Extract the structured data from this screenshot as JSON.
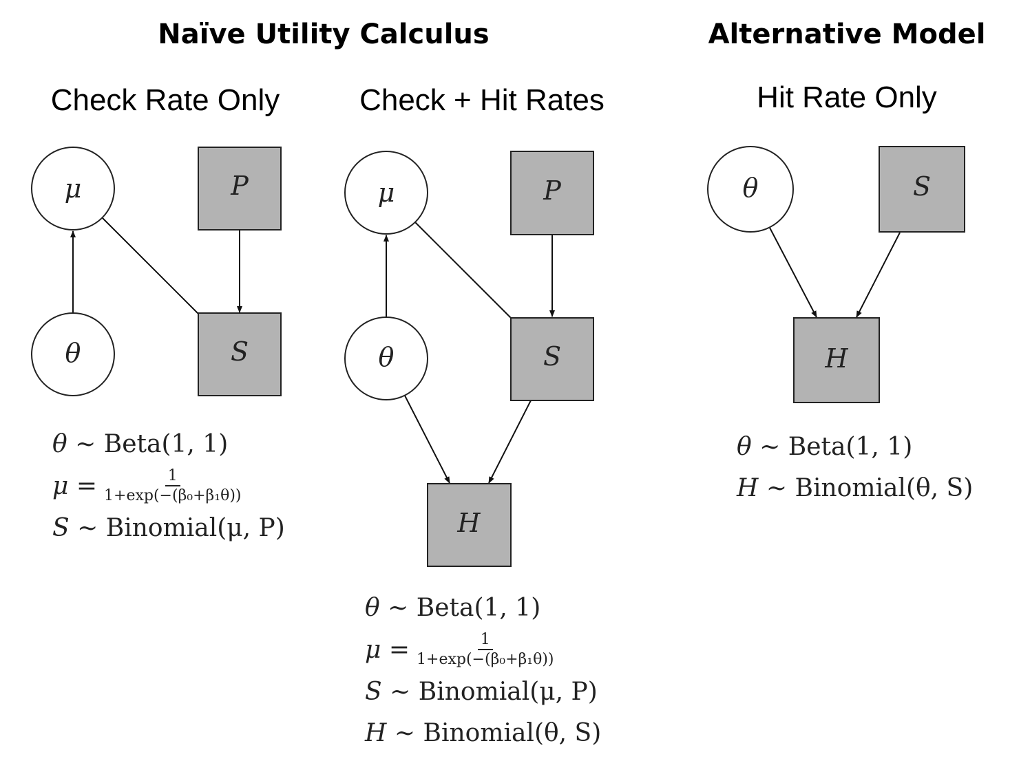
{
  "headings": {
    "left": "Naïve Utility Calculus",
    "right": "Alternative Model"
  },
  "models": [
    {
      "title": "Check Rate Only",
      "nodes": {
        "mu": "μ",
        "theta": "θ",
        "P": "P",
        "S": "S"
      },
      "equations": {
        "line1": {
          "lhs": "θ",
          "rel": "∼",
          "rhs": "Beta(1, 1)"
        },
        "line2": {
          "lhs": "μ",
          "rel": "=",
          "num": "1",
          "den": "1+exp(−(β₀+β₁θ))"
        },
        "line3": {
          "lhs": "S",
          "rel": "∼",
          "rhs": "Binomial(μ, P)"
        }
      }
    },
    {
      "title": "Check + Hit Rates",
      "nodes": {
        "mu": "μ",
        "theta": "θ",
        "P": "P",
        "S": "S",
        "H": "H"
      },
      "equations": {
        "line1": {
          "lhs": "θ",
          "rel": "∼",
          "rhs": "Beta(1, 1)"
        },
        "line2": {
          "lhs": "μ",
          "rel": "=",
          "num": "1",
          "den": "1+exp(−(β₀+β₁θ))"
        },
        "line3": {
          "lhs": "S",
          "rel": "∼",
          "rhs": "Binomial(μ, P)"
        },
        "line4": {
          "lhs": "H",
          "rel": "∼",
          "rhs": "Binomial(θ, S)"
        }
      }
    },
    {
      "title": "Hit Rate Only",
      "nodes": {
        "theta": "θ",
        "S": "S",
        "H": "H"
      },
      "equations": {
        "line1": {
          "lhs": "θ",
          "rel": "∼",
          "rhs": "Beta(1, 1)"
        },
        "line2": {
          "lhs": "H",
          "rel": "∼",
          "rhs": "Binomial(θ, S)"
        }
      }
    }
  ],
  "colors": {
    "observed_node_fill": "#b3b3b3",
    "latent_node_fill": "#ffffff",
    "stroke": "#222222"
  }
}
